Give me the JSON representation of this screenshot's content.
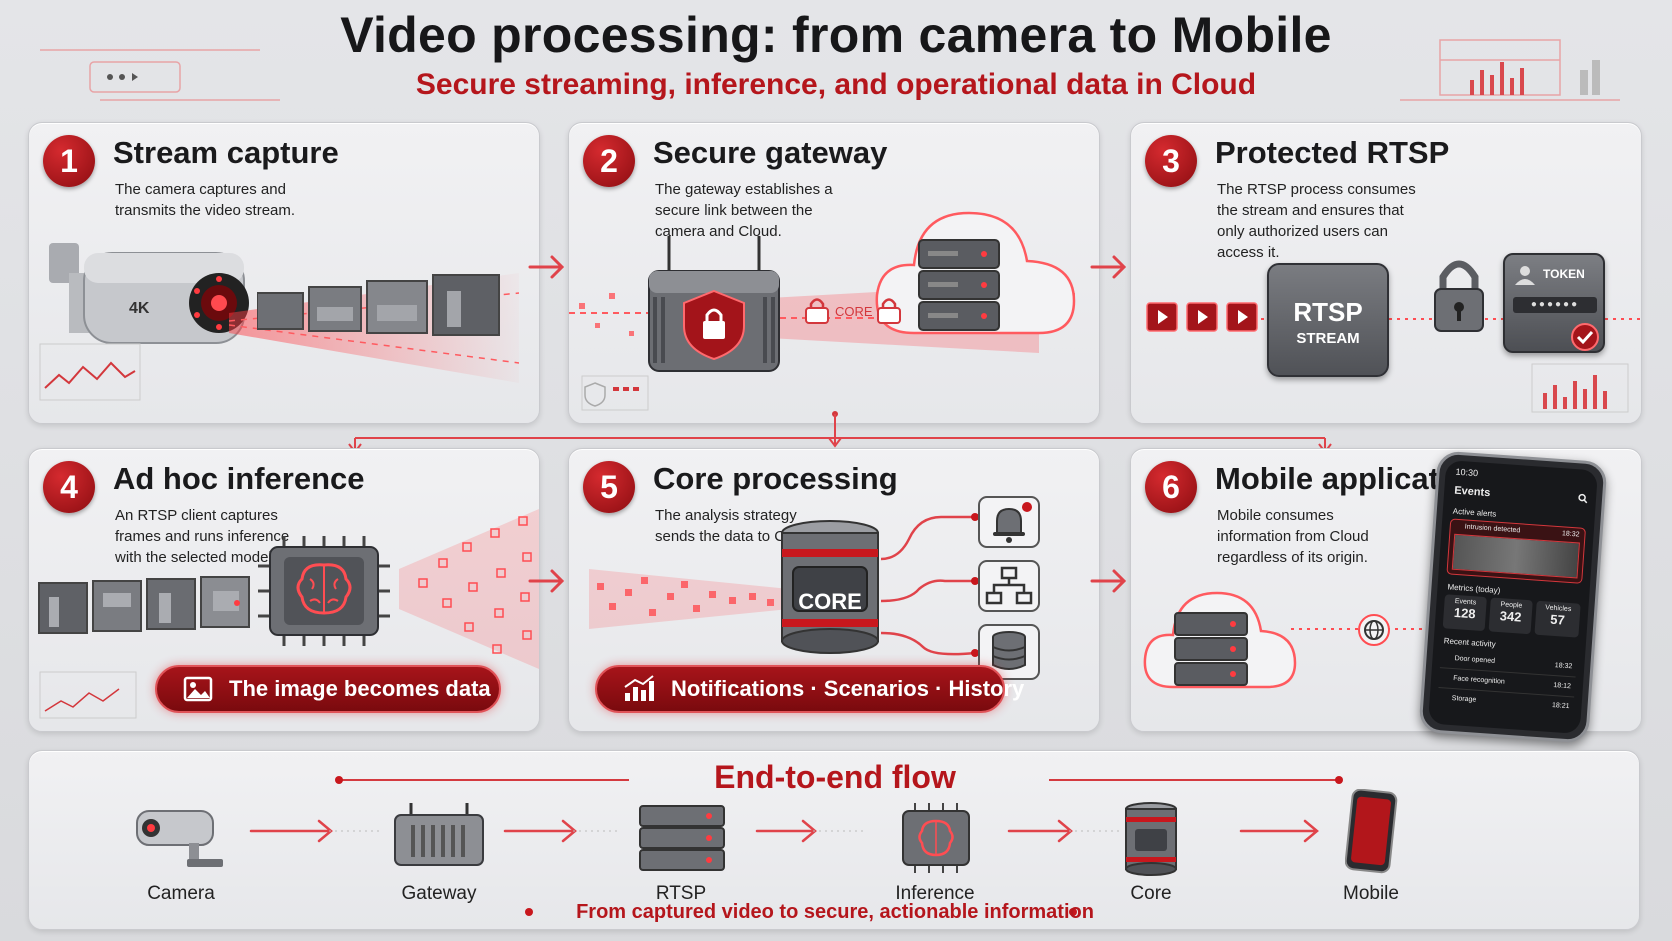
{
  "header": {
    "title": "Video processing: from camera to Mobile",
    "subtitle": "Secure streaming, inference, and operational data in Cloud"
  },
  "steps": [
    {
      "num": "1",
      "title": "Stream capture",
      "desc": "The camera captures and transmits the video stream.",
      "tag": "4K"
    },
    {
      "num": "2",
      "title": "Secure gateway",
      "desc": "The gateway establishes a secure link between the camera and Cloud."
    },
    {
      "num": "3",
      "title": "Protected RTSP",
      "desc": "The RTSP process consumes the stream and ensures that only authorized users can access it.",
      "box_line1": "RTSP",
      "box_line2": "STREAM",
      "token": "TOKEN"
    },
    {
      "num": "4",
      "title": "Ad hoc inference",
      "desc": "An RTSP client captures frames and runs inference with the selected model.",
      "pill": "The image becomes data"
    },
    {
      "num": "5",
      "title": "Core processing",
      "desc": "The analysis strategy sends the data to Core.",
      "core_label": "CORE",
      "pill": "Notifications · Scenarios · History"
    },
    {
      "num": "6",
      "title": "Mobile application",
      "desc": "Mobile consumes information from Cloud regardless of its origin."
    }
  ],
  "phone": {
    "time": "10:30",
    "header": "Events",
    "alerts_title": "Active alerts",
    "alert_text": "Intrusion detected",
    "alert_time": "18:32",
    "metrics_title": "Metrics (today)",
    "metrics": [
      {
        "label": "Events",
        "value": "128"
      },
      {
        "label": "People",
        "value": "342"
      },
      {
        "label": "Vehicles",
        "value": "57"
      }
    ],
    "activity_title": "Recent activity",
    "activity": [
      {
        "label": "Door opened",
        "time": "18:32"
      },
      {
        "label": "Face recognition",
        "time": "18:12"
      },
      {
        "label": "Storage",
        "time": "18:21"
      }
    ]
  },
  "flow": {
    "title": "End-to-end flow",
    "nodes": [
      "Camera",
      "Gateway",
      "RTSP",
      "Inference",
      "Core",
      "Mobile"
    ],
    "footer": "From captured video to secure, actionable information"
  },
  "colors": {
    "accent": "#c8171d",
    "dark_red": "#7a0a0e",
    "panel": "#eeeff1",
    "text": "#1b1b1d"
  }
}
